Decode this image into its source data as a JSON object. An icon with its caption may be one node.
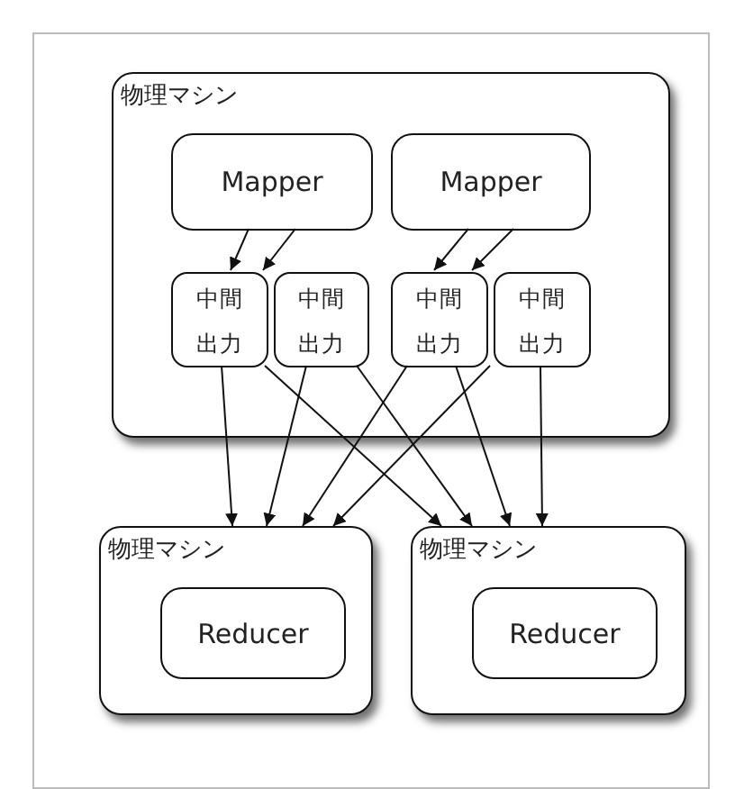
{
  "diagram": {
    "nodes": [
      {
        "text": [
          "物理マシン"
        ]
      },
      {
        "text": [
          "Mapper"
        ],
        "in": 0
      },
      {
        "text": [
          "Mapper"
        ],
        "in": 0
      },
      {
        "text": [
          "中間出力"
        ],
        "in": 0
      },
      {
        "text": [
          "中間出力"
        ],
        "in": 0
      },
      {
        "text": [
          "中間出力"
        ],
        "in": 0
      },
      {
        "text": [
          "中間出力"
        ],
        "in": 0
      },
      {
        "text": [
          "物理マシン"
        ]
      },
      {
        "text": [
          "Reducer"
        ],
        "in": 7
      },
      {
        "text": [
          "物理マシン"
        ]
      },
      {
        "text": [
          "Reducer"
        ],
        "in": 9
      }
    ],
    "edges": [
      {
        "from": 1,
        "to": 3,
        "arrow": "to"
      },
      {
        "from": 1,
        "to": 4,
        "arrow": "to"
      },
      {
        "from": 2,
        "to": 5,
        "arrow": "to"
      },
      {
        "from": 2,
        "to": 6,
        "arrow": "to"
      },
      {
        "from": 3,
        "to": 7,
        "arrow": "to"
      },
      {
        "from": 3,
        "to": 9,
        "arrow": "to"
      },
      {
        "from": 4,
        "to": 7,
        "arrow": "to"
      },
      {
        "from": 4,
        "to": 9,
        "arrow": "to"
      },
      {
        "from": 5,
        "to": 7,
        "arrow": "to"
      },
      {
        "from": 5,
        "to": 9,
        "arrow": "to"
      },
      {
        "from": 6,
        "to": 7,
        "arrow": "to"
      },
      {
        "from": 6,
        "to": 9,
        "arrow": "to"
      }
    ]
  }
}
